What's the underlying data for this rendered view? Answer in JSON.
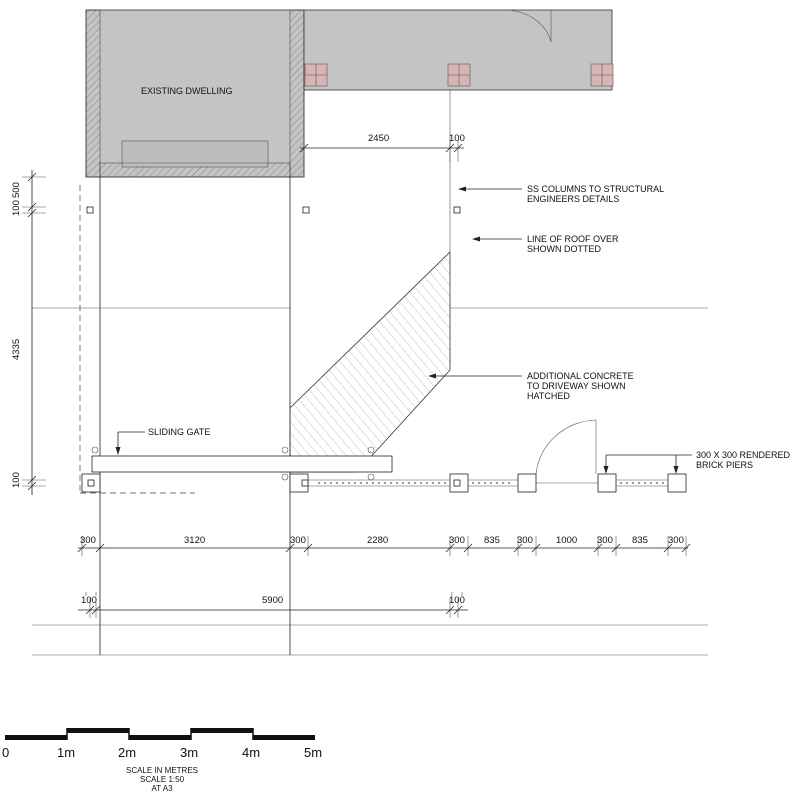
{
  "labels": {
    "existing_dwelling": "EXISTING DWELLING",
    "ss_columns": [
      "SS COLUMNS TO STRUCTURAL",
      "ENGINEERS DETAILS"
    ],
    "roof_line": [
      "LINE OF ROOF OVER",
      "SHOWN DOTTED"
    ],
    "concrete": [
      "ADDITIONAL CONCRETE",
      "TO DRIVEWAY SHOWN",
      "HATCHED"
    ],
    "sliding_gate": "SLIDING GATE",
    "brick_piers": [
      "300 X 300 RENDERED",
      "BRICK PIERS"
    ]
  },
  "dimensions": {
    "top_span": "2450",
    "top_post": "100",
    "left_100a": "100",
    "left_500": "500",
    "left_4335": "4335",
    "left_100b": "100",
    "row1": [
      "300",
      "3120",
      "300",
      "2280",
      "300",
      "835",
      "300",
      "1000",
      "300",
      "835",
      "300"
    ],
    "row2": [
      "100",
      "5900",
      "100"
    ]
  },
  "scale_bar": {
    "ticks": [
      "0",
      "1m",
      "2m",
      "3m",
      "4m",
      "5m"
    ],
    "caption": [
      "SCALE IN METRES",
      "SCALE 1:50",
      "AT A3"
    ]
  }
}
